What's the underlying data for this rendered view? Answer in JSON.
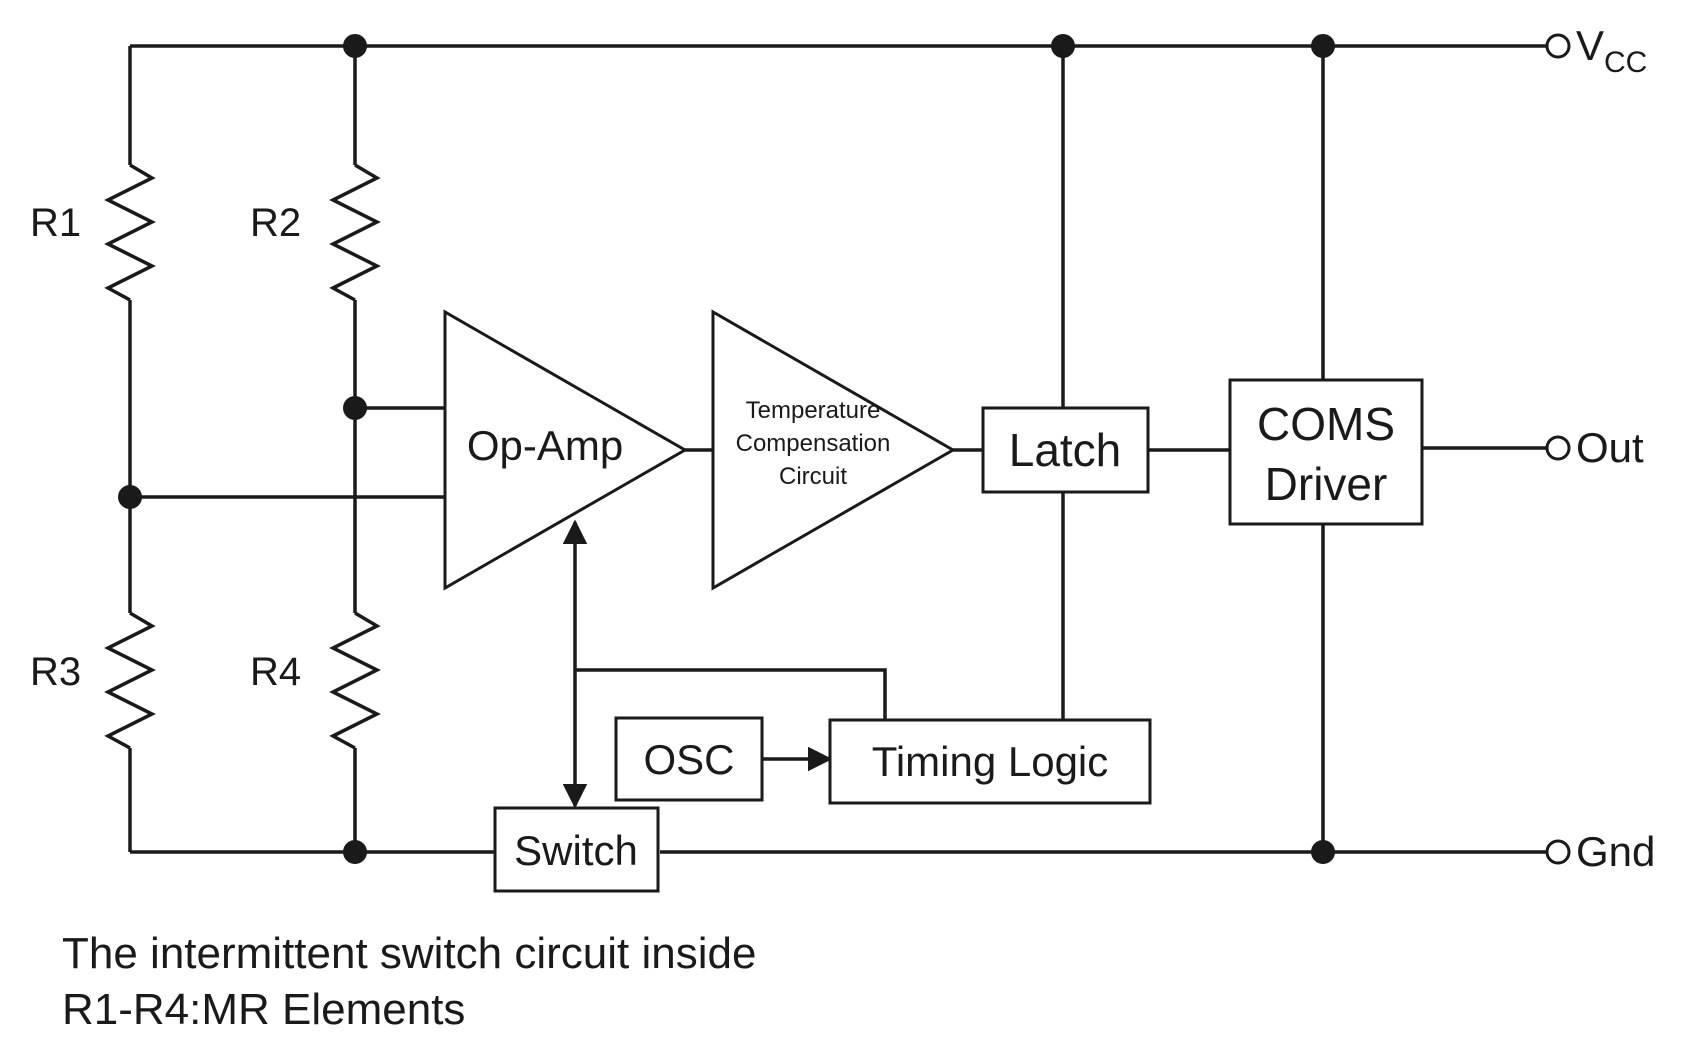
{
  "resistors": {
    "r1": "R1",
    "r2": "R2",
    "r3": "R3",
    "r4": "R4"
  },
  "blocks": {
    "op_amp": "Op-Amp",
    "temp_comp_line1": "Temperature",
    "temp_comp_line2": "Compensation",
    "temp_comp_line3": "Circuit",
    "latch": "Latch",
    "driver_line1": "COMS",
    "driver_line2": "Driver",
    "osc": "OSC",
    "timing_logic": "Timing Logic",
    "switch": "Switch"
  },
  "terminals": {
    "vcc_main": "V",
    "vcc_sub": "CC",
    "out": "Out",
    "gnd": "Gnd"
  },
  "caption": {
    "line1": "The intermittent switch circuit inside",
    "line2": "R1-R4:MR Elements"
  }
}
